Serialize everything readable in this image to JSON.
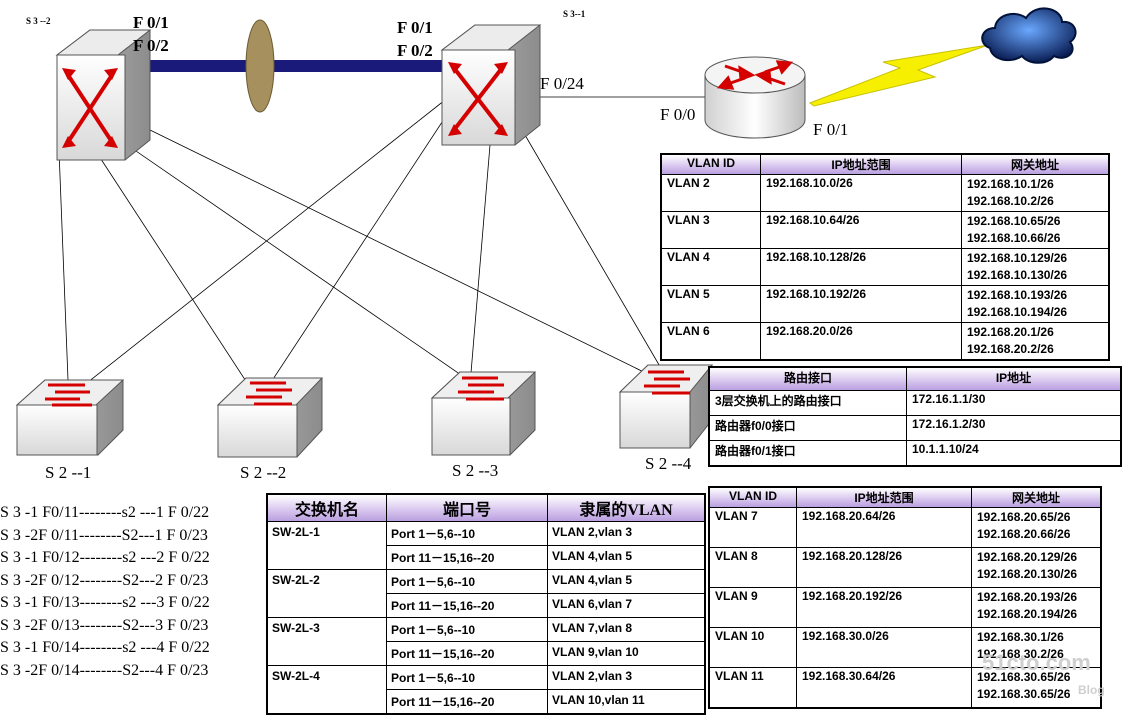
{
  "diagram": {
    "nodes": {
      "s3_2": "S 3 --2",
      "s3_1": "S 3--1",
      "s2_1": "S 2 --1",
      "s2_2": "S 2 --2",
      "s2_3": "S 2 --3",
      "s2_4": "S 2 --4"
    },
    "port_labels": {
      "s3_2_f01": "F 0/1",
      "s3_2_f02": "F 0/2",
      "s3_1_f01": "F 0/1",
      "s3_1_f02": "F 0/2",
      "s3_1_f024": "F 0/24",
      "router_f00": "F 0/0",
      "router_f01": "F 0/1"
    },
    "icons": [
      "switch-l3-icon",
      "switch-l2-icon",
      "router-icon",
      "cloud-icon",
      "lightning-icon"
    ],
    "link_color": "#1a1a7a"
  },
  "vlan_table_1": {
    "headers": [
      "VLAN ID",
      "IP地址范围",
      "网关地址"
    ],
    "rows": [
      {
        "vlan": "VLAN 2",
        "range": "192.168.10.0/26",
        "gw1": "192.168.10.1/26",
        "gw2": "192.168.10.2/26"
      },
      {
        "vlan": "VLAN 3",
        "range": "192.168.10.64/26",
        "gw1": "192.168.10.65/26",
        "gw2": "192.168.10.66/26"
      },
      {
        "vlan": "VLAN 4",
        "range": "192.168.10.128/26",
        "gw1": "192.168.10.129/26",
        "gw2": "192.168.10.130/26"
      },
      {
        "vlan": "VLAN 5",
        "range": "192.168.10.192/26",
        "gw1": "192.168.10.193/26",
        "gw2": "192.168.10.194/26"
      },
      {
        "vlan": "VLAN 6",
        "range": "192.168.20.0/26",
        "gw1": "192.168.20.1/26",
        "gw2": "192.168.20.2/26"
      }
    ]
  },
  "route_table": {
    "headers": [
      "路由接口",
      "IP地址"
    ],
    "rows": [
      {
        "iface": "3层交换机上的路由接口",
        "ip": "172.16.1.1/30"
      },
      {
        "iface": "路由器f0/0接口",
        "ip": "172.16.1.2/30"
      },
      {
        "iface": "路由器f0/1接口",
        "ip": "10.1.1.10/24"
      }
    ]
  },
  "vlan_table_2": {
    "headers": [
      "VLAN ID",
      "IP地址范围",
      "网关地址"
    ],
    "rows": [
      {
        "vlan": "VLAN 7",
        "range": "192.168.20.64/26",
        "gw1": "192.168.20.65/26",
        "gw2": "192.168.20.66/26"
      },
      {
        "vlan": "VLAN 8",
        "range": "192.168.20.128/26",
        "gw1": "192.168.20.129/26",
        "gw2": "192.168.20.130/26"
      },
      {
        "vlan": "VLAN 9",
        "range": "192.168.20.192/26",
        "gw1": "192.168.20.193/26",
        "gw2": "192.168.20.194/26"
      },
      {
        "vlan": "VLAN 10",
        "range": "192.168.30.0/26",
        "gw1": "192.168.30.1/26",
        "gw2": "192.168.30.2/26"
      },
      {
        "vlan": "VLAN 11",
        "range": "192.168.30.64/26",
        "gw1": "192.168.30.65/26",
        "gw2": "192.168.30.65/26"
      }
    ]
  },
  "switch_table": {
    "headers": [
      "交换机名",
      "端口号",
      "隶属的VLAN"
    ],
    "groups": [
      {
        "name": "SW-2L-1",
        "rows": [
          {
            "ports": "Port 1－5,6--10",
            "vlan": "VLAN 2,vlan 3"
          },
          {
            "ports": "Port 11－15,16--20",
            "vlan": "VLAN 4,vlan 5"
          }
        ]
      },
      {
        "name": "SW-2L-2",
        "rows": [
          {
            "ports": "Port 1－5,6--10",
            "vlan": "VLAN 4,vlan 5"
          },
          {
            "ports": "Port 11－15,16--20",
            "vlan": "VLAN 6,vlan 7"
          }
        ]
      },
      {
        "name": "SW-2L-3",
        "rows": [
          {
            "ports": "Port 1－5,6--10",
            "vlan": "VLAN 7,vlan 8"
          },
          {
            "ports": "Port 11－15,16--20",
            "vlan": "VLAN 9,vlan 10"
          }
        ]
      },
      {
        "name": "SW-2L-4",
        "rows": [
          {
            "ports": "Port 1－5,6--10",
            "vlan": "VLAN 2,vlan 3"
          },
          {
            "ports": "Port 11－15,16--20",
            "vlan": "VLAN 10,vlan 11"
          }
        ]
      }
    ]
  },
  "port_connections": [
    "S 3 -1 F0/11--------s2 ---1 F 0/22",
    "S 3 -2F 0/11--------S2---1 F 0/23",
    "S 3 -1 F0/12--------s2 ---2 F 0/22",
    "S 3 -2F 0/12--------S2---2 F 0/23",
    "S 3 -1 F0/13--------s2 ---3 F 0/22",
    "S 3 -2F 0/13--------S2---3 F 0/23",
    "S 3 -1 F0/14--------s2 ---4 F 0/22",
    "S 3 -2F 0/14--------S2---4 F 0/23"
  ],
  "watermark": {
    "line1": "51cto.com",
    "line2": "Blog"
  }
}
